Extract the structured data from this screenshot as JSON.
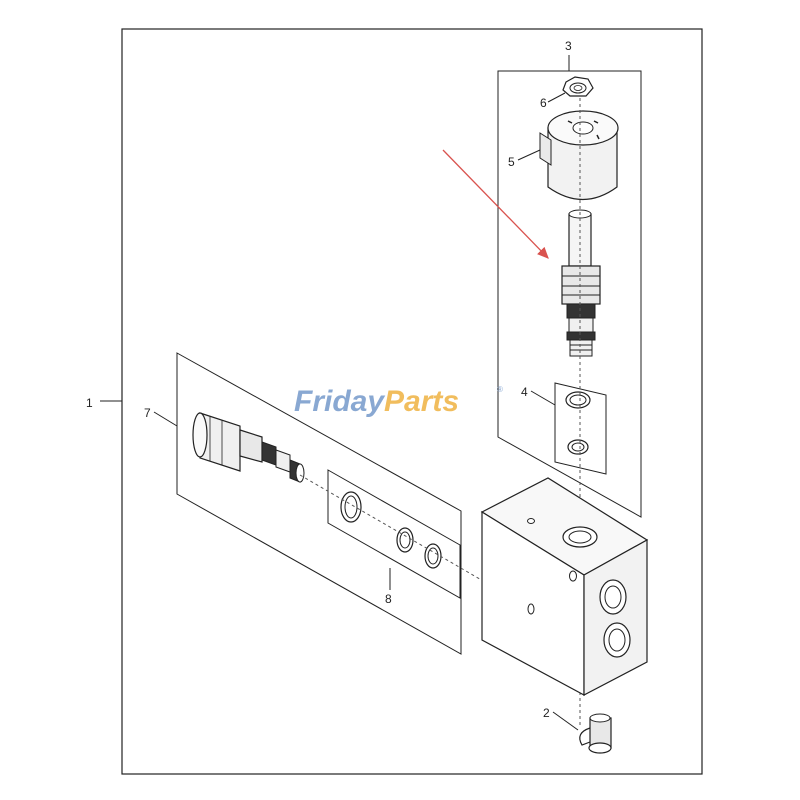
{
  "callouts": {
    "c1": "1",
    "c2": "2",
    "c3": "3",
    "c4": "4",
    "c5": "5",
    "c6": "6",
    "c7": "7",
    "c8": "8"
  },
  "watermark": {
    "part1": "Friday",
    "part2": "Parts",
    "reg": "®",
    "color_blue": "#7d9fce",
    "color_orange": "#f0b64c"
  },
  "arrow_color": "#d9534f"
}
